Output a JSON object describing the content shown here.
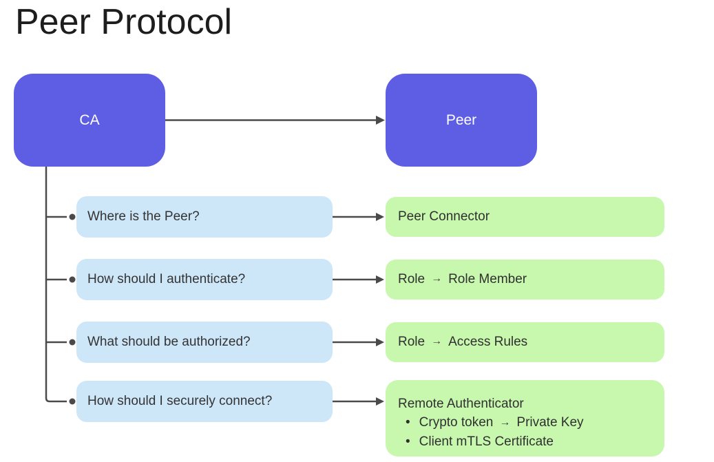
{
  "page": {
    "title": "Peer Protocol"
  },
  "colors": {
    "node_fill": "#5d5ee4",
    "node_text": "#ffffff",
    "question_fill": "#cde7f9",
    "answer_fill": "#c7f8ae",
    "connector": "#4a4a4a",
    "text": "#303030",
    "title_text": "#1d1d1d",
    "background": "#ffffff"
  },
  "nodes": {
    "ca_label": "CA",
    "peer_label": "Peer"
  },
  "glyphs": {
    "arrow": "→",
    "bullet": "•"
  },
  "rows": [
    {
      "question": "Where is the Peer?",
      "answer": "Peer Connector"
    },
    {
      "question": "How should I authenticate?",
      "answer_pre": "Role",
      "arrow": "→",
      "answer_post": "Role Member"
    },
    {
      "question": "What should be authorized?",
      "answer_pre": "Role",
      "arrow": "→",
      "answer_post": "Access Rules"
    },
    {
      "question": "How should I securely connect?",
      "answer_title": "Remote Authenticator",
      "bullets": [
        {
          "marker": "•",
          "pre": "Crypto token",
          "arrow": "→",
          "post": "Private Key"
        },
        {
          "marker": "•",
          "text": "Client mTLS Certificate"
        }
      ]
    }
  ]
}
